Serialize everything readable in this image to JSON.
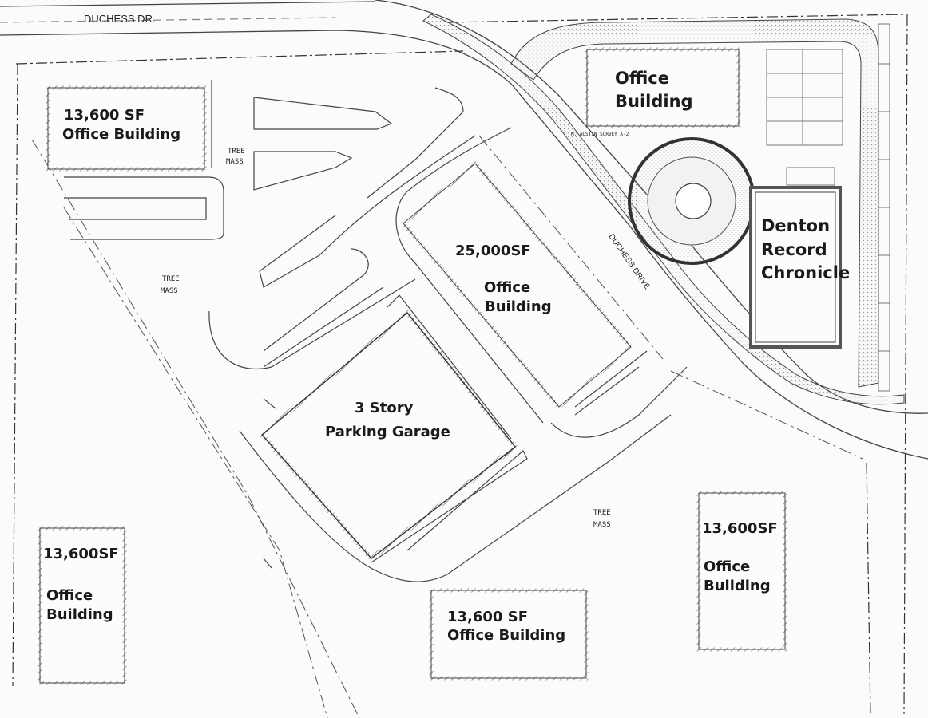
{
  "roads": {
    "top_road": "DUCHESS DR.",
    "diagonal_road": "DUCHESS DRIVE"
  },
  "survey_label": "M. AUSTIN SURVEY A-2",
  "tree_mass_label": [
    "TREE",
    "MASS"
  ],
  "buildings": {
    "top_left": {
      "line1": "13,600 SF",
      "line2": "Office Building"
    },
    "top_right_office": {
      "line1": "Office",
      "line2": "Building"
    },
    "center_office": {
      "line1": "25,000SF",
      "line2": "Office",
      "line3": "Building"
    },
    "garage": {
      "line1": "3 Story",
      "line2": "Parking Garage"
    },
    "denton": {
      "line1": "Denton",
      "line2": "Record",
      "line3": "Chronicle"
    },
    "bottom_left": {
      "line1": "13,600SF",
      "line2": "Office",
      "line3": "Building"
    },
    "bottom_center": {
      "line1": "13,600 SF",
      "line2": "Office Building"
    },
    "bottom_right": {
      "line1": "13,600SF",
      "line2": "Office",
      "line3": "Building"
    }
  },
  "colors": {
    "line": "#333333",
    "hatch": "#666666",
    "paving": "#d6d6d6"
  }
}
